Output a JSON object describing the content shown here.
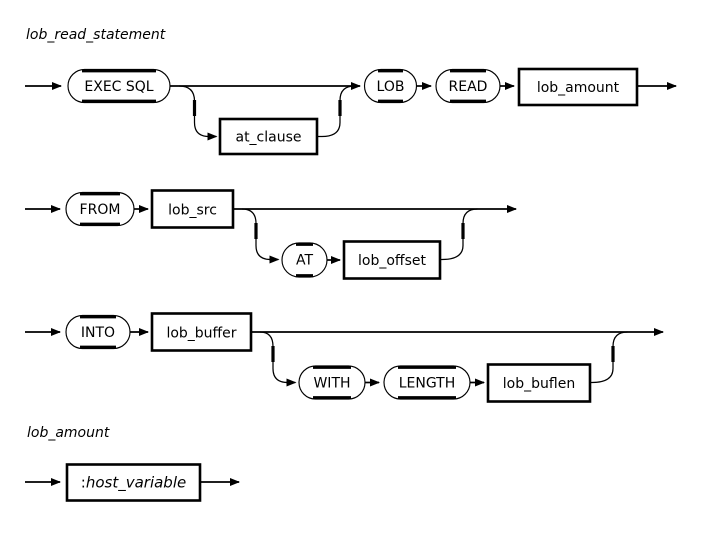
{
  "page": {
    "background": "#ffffff",
    "ink": "#000000"
  },
  "titles": {
    "lob_read_statement": "lob_read_statement",
    "lob_amount": "lob_amount"
  },
  "terminals": {
    "exec_sql": "EXEC SQL",
    "lob": "LOB",
    "read": "READ",
    "from": "FROM",
    "at": "AT",
    "into": "INTO",
    "with": "WITH",
    "length": "LENGTH"
  },
  "nonterminals": {
    "at_clause": "at_clause",
    "lob_amount": "lob_amount",
    "lob_src": "lob_src",
    "lob_offset": "lob_offset",
    "lob_buffer": "lob_buffer",
    "lob_buflen": "lob_buflen"
  },
  "host_variable": {
    "colon": ":",
    "name": "host_variable"
  }
}
